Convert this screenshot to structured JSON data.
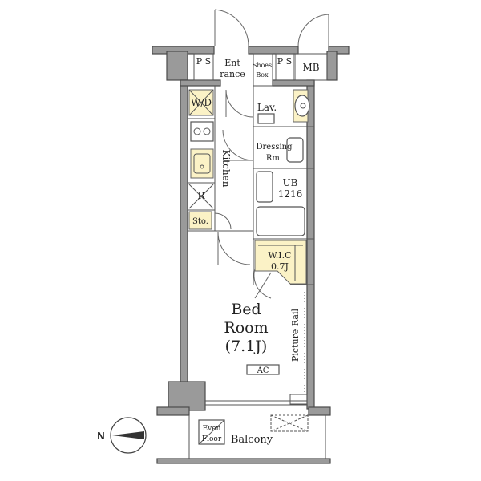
{
  "rooms": {
    "ps_left": "P S",
    "entrance_1": "Ent",
    "entrance_2": "rance",
    "shoes_box_1": "Shoes",
    "shoes_box_2": "Box",
    "ps_right": "P S",
    "mb": "MB",
    "wd": "W/D",
    "lav": "Lav.",
    "dressing_1": "Dressing",
    "dressing_2": "Rm.",
    "kitchen": "Kitchen",
    "ub_1": "UB",
    "ub_2": "1216",
    "r": "R",
    "sto": "Sto.",
    "wic_1": "W.I.C",
    "wic_2": "0.7J",
    "bed_1": "Bed",
    "bed_2": "Room",
    "bed_3": "(7.1J)",
    "picture_rail": "Picture Rail",
    "ac": "AC",
    "even_floor_1": "Even",
    "even_floor_2": "Floor",
    "balcony": "Balcony"
  },
  "compass": {
    "label": "N"
  },
  "colors": {
    "wall": "#9a9a9a",
    "highlight": "#fbf2c6",
    "line": "#555555"
  }
}
